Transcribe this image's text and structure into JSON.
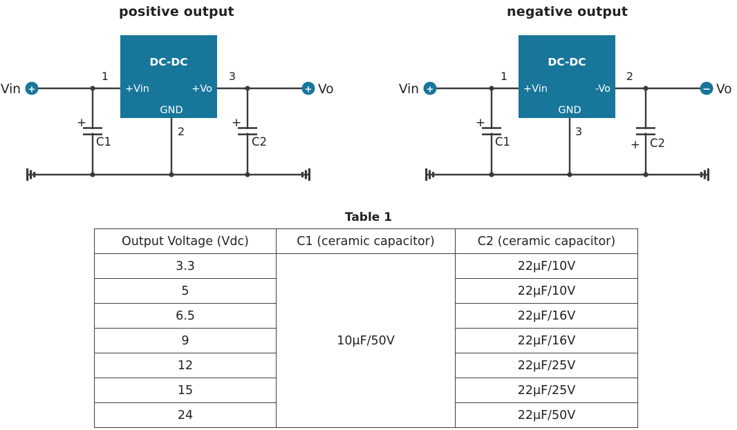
{
  "diagrams": [
    {
      "title": "positive output",
      "input_label": "Vin",
      "input_polarity": "+",
      "output_label": "Vo",
      "output_polarity": "+",
      "module_label": "DC-DC",
      "pin_in_label": "+Vin",
      "pin_out_label": "+Vo",
      "pin_gnd_label": "GND",
      "pin_num_in": "1",
      "pin_num_out": "3",
      "pin_num_gnd": "2",
      "cap_in_label": "C1",
      "cap_in_polarity": "+",
      "cap_out_label": "C2",
      "cap_out_polarity": "+"
    },
    {
      "title": "negative output",
      "input_label": "Vin",
      "input_polarity": "+",
      "output_label": "Vo",
      "output_polarity": "−",
      "module_label": "DC-DC",
      "pin_in_label": "+Vin",
      "pin_out_label": "-Vo",
      "pin_gnd_label": "GND",
      "pin_num_in": "1",
      "pin_num_out": "2",
      "pin_num_gnd": "3",
      "cap_in_label": "C1",
      "cap_in_polarity": "+",
      "cap_out_label": "C2",
      "cap_out_polarity": "+"
    }
  ],
  "table": {
    "title": "Table 1",
    "headers": [
      "Output Voltage (Vdc)",
      "C1 (ceramic capacitor)",
      "C2 (ceramic capacitor)"
    ],
    "c1_value": "10μF/50V",
    "rows": [
      {
        "voltage": "3.3",
        "c2": "22μF/10V"
      },
      {
        "voltage": "5",
        "c2": "22μF/10V"
      },
      {
        "voltage": "6.5",
        "c2": "22μF/16V"
      },
      {
        "voltage": "9",
        "c2": "22μF/16V"
      },
      {
        "voltage": "12",
        "c2": "22μF/25V"
      },
      {
        "voltage": "15",
        "c2": "22μF/25V"
      },
      {
        "voltage": "24",
        "c2": "22μF/50V"
      }
    ]
  },
  "colors": {
    "module_fill": "#17769A",
    "terminal_fill": "#17769A",
    "wire": "#3a3a3a",
    "text": "#231f20"
  }
}
